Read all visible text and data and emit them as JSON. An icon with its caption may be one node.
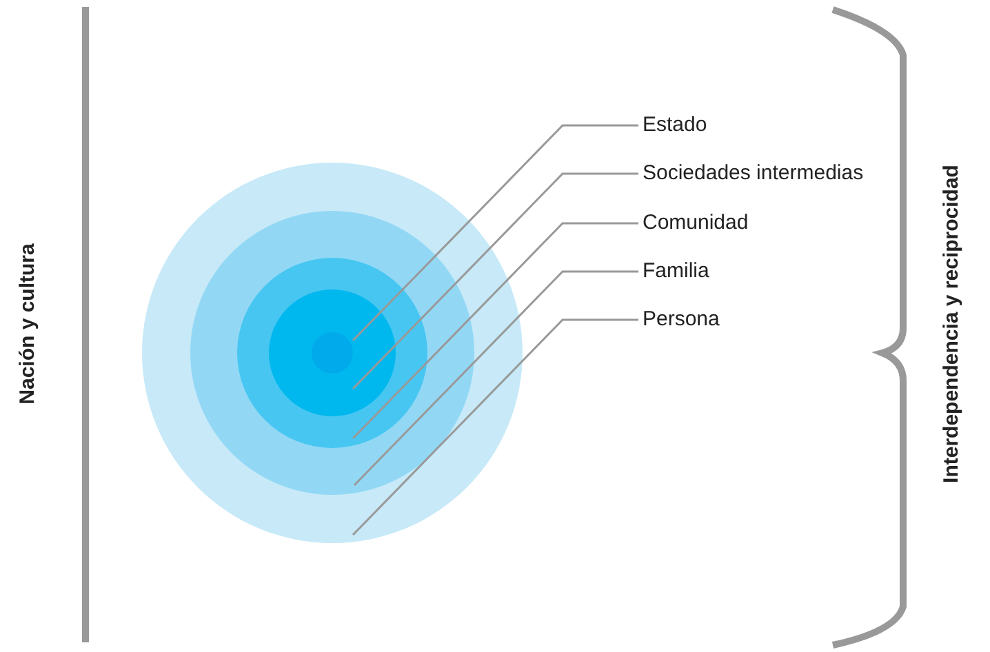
{
  "diagram": {
    "nodes": [
      {
        "text": [],
        "shape": "circle"
      },
      {
        "text": [],
        "shape": "circle",
        "in": 0
      },
      {
        "text": [],
        "shape": "circle",
        "in": 1
      },
      {
        "text": [],
        "shape": "circle",
        "in": 2
      },
      {
        "text": [],
        "shape": "circle",
        "in": 3
      },
      {
        "text": [
          "Estado"
        ]
      },
      {
        "text": [
          "Sociedades intermedias"
        ]
      },
      {
        "text": [
          "Comunidad"
        ]
      },
      {
        "text": [
          "Familia"
        ]
      },
      {
        "text": [
          "Persona"
        ]
      }
    ],
    "edges": [
      {
        "from": 5,
        "to": 4,
        "arrow": "none"
      },
      {
        "from": 6,
        "to": 3,
        "arrow": "none"
      },
      {
        "from": 7,
        "to": 2,
        "arrow": "none"
      },
      {
        "from": 8,
        "to": 1,
        "arrow": "none"
      },
      {
        "from": 9,
        "to": 0,
        "arrow": "none"
      }
    ],
    "labels": [
      "Nación y cultura",
      "Interdependencia y reciprocidad"
    ]
  }
}
